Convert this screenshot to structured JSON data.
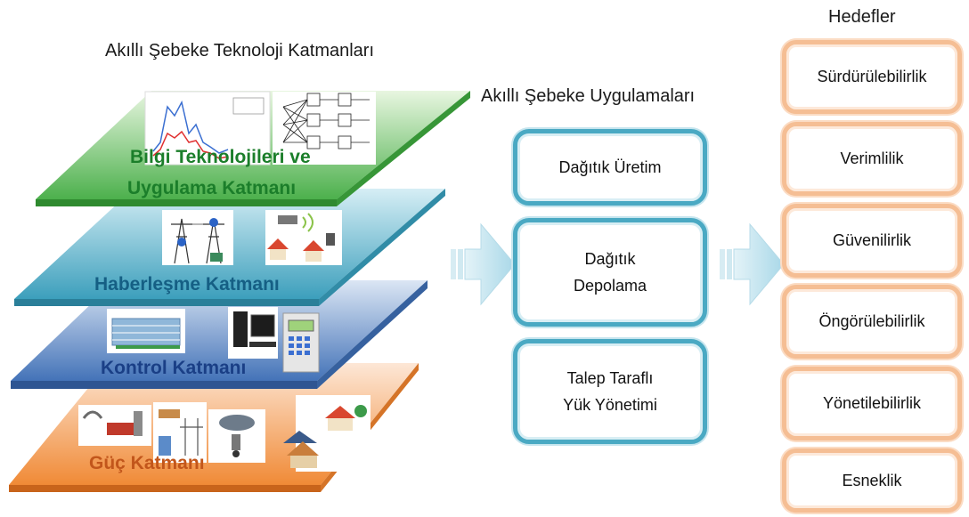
{
  "titles": {
    "layers_title": "Akıllı Şebeke Teknoloji Katmanları",
    "apps_title": "Akıllı Şebeke Uygulamaları",
    "goals_title": "Hedefler"
  },
  "layers": [
    {
      "label_line1": "Bilgi Teknolojileri ve",
      "label_line2": "Uygulama Katmanı",
      "color": "#5cb85c"
    },
    {
      "label": "Haberleşme Katmanı",
      "color": "#4bacc6"
    },
    {
      "label": "Kontrol Katmanı",
      "color": "#4f81bd"
    },
    {
      "label": "Güç Katmanı",
      "color": "#f79646"
    }
  ],
  "applications": [
    {
      "label": "Dağıtık Üretim"
    },
    {
      "label": "Dağıtık\nDepolama"
    },
    {
      "label": "Talep Taraflı\nYük Yönetimi"
    }
  ],
  "goals": [
    {
      "label": "Sürdürülebilirlik"
    },
    {
      "label": "Verimlilik"
    },
    {
      "label": "Güvenilirlik"
    },
    {
      "label": "Öngörülebilirlik"
    },
    {
      "label": "Yönetilebilirlik"
    },
    {
      "label": "Esneklik"
    }
  ],
  "colors": {
    "app_border": "#4aa9c3",
    "goal_border": "#f5be94",
    "arrow": "#bfe3ee"
  }
}
